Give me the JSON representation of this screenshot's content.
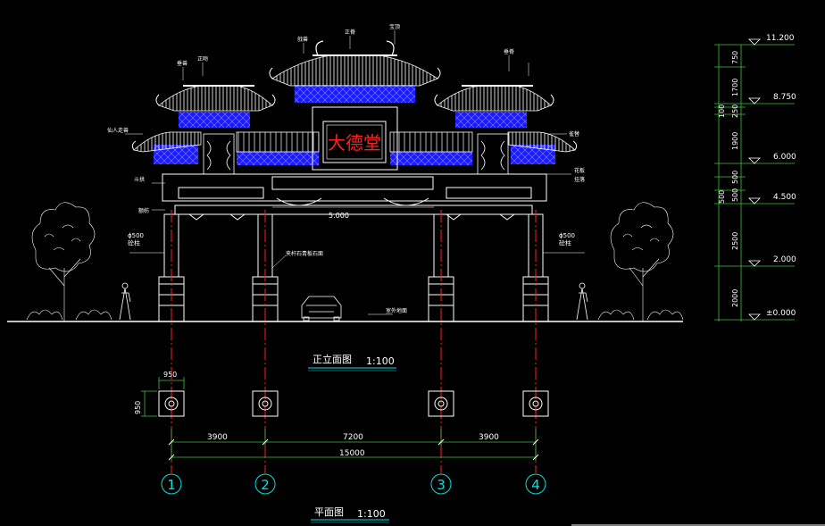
{
  "plaque_text": "大德堂",
  "elevation": {
    "title": "正立面图",
    "scale": "1:100",
    "span_label": "5.000",
    "column_label_left": "ϕ500\n砼柱",
    "column_label_right": "ϕ500\n砼柱",
    "callout_center": "夹杆石青板石面",
    "ground_label": "室外地面",
    "roof_callouts": [
      "正吻",
      "垂兽",
      "戗兽",
      "正脊",
      "宝顶",
      "垂脊",
      "仙人走兽",
      "斗拱",
      "额枋",
      "雀替",
      "花板",
      "挂落"
    ]
  },
  "elevation_levels": [
    {
      "label": "11.200",
      "dim": "750"
    },
    {
      "label": "8.750",
      "dim": "1700"
    },
    {
      "label": "",
      "dim": "100"
    },
    {
      "label": "",
      "dim": "250"
    },
    {
      "label": "",
      "dim": "1900"
    },
    {
      "label": "6.000",
      "dim": "500"
    },
    {
      "label": "4.500",
      "dim": "500"
    },
    {
      "label": "",
      "dim": "500"
    },
    {
      "label": "2.000",
      "dim": "2500"
    },
    {
      "label": "±0.000",
      "dim": "2000"
    }
  ],
  "plan": {
    "title": "平面图",
    "scale": "1:100",
    "col_width": "950",
    "col_depth": "950",
    "spans": [
      "3900",
      "7200",
      "3900"
    ],
    "total": "15000",
    "axes": [
      "1",
      "2",
      "3",
      "4"
    ]
  },
  "colors": {
    "background": "#000000",
    "line": "#ffffff",
    "roof_blue": "#1a1aff",
    "axis_red": "#ff2020",
    "plaque_red": "#ff2020",
    "dim_green": "#40c040",
    "title_cyan": "#00e0e0",
    "column_red": "#c00000"
  }
}
